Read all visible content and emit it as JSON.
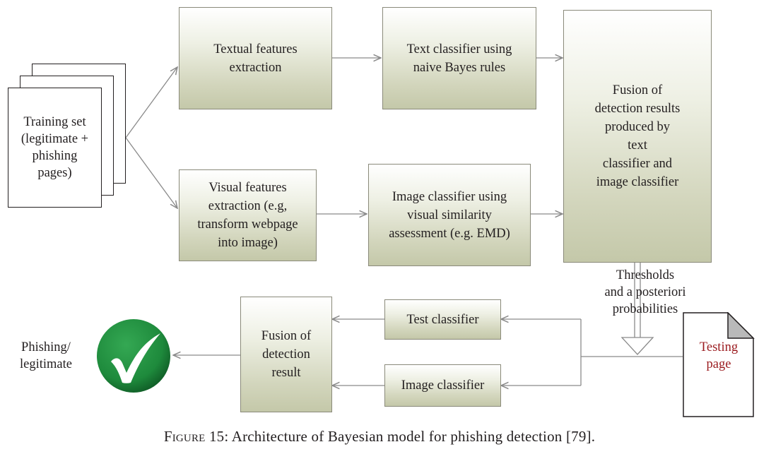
{
  "training": {
    "label": "Training set\n(legitimate +\nphishing\npages)"
  },
  "boxes": {
    "textual_features": "Textual features\nextraction",
    "text_classifier": "Text classifier using\nnaive Bayes rules",
    "visual_features": "Visual features\nextraction (e.g,\ntransform webpage\ninto image)",
    "image_classifier_main": "Image classifier using\nvisual similarity\nassessment (e.g. EMD)",
    "fusion_main": "Fusion of\ndetection results\nproduced by\ntext\nclassifier and\nimage classifier",
    "test_classifier": "Test classifier",
    "image_classifier_small": "Image classifier",
    "fusion_result": "Fusion of\ndetection\nresult"
  },
  "labels": {
    "thresholds": "Thresholds\nand a posteriori\nprobabilities",
    "testing_page": "Testing\npage",
    "output": "Phishing/\nlegitimate"
  },
  "caption": {
    "prefix": "Figure 15",
    "text": ": Architecture of Bayesian model for phishing detection [79]."
  },
  "colors": {
    "testing_page_text": "#9b1b1f",
    "check_green": "#1e8a3c",
    "check_dark": "#0f5a25"
  }
}
